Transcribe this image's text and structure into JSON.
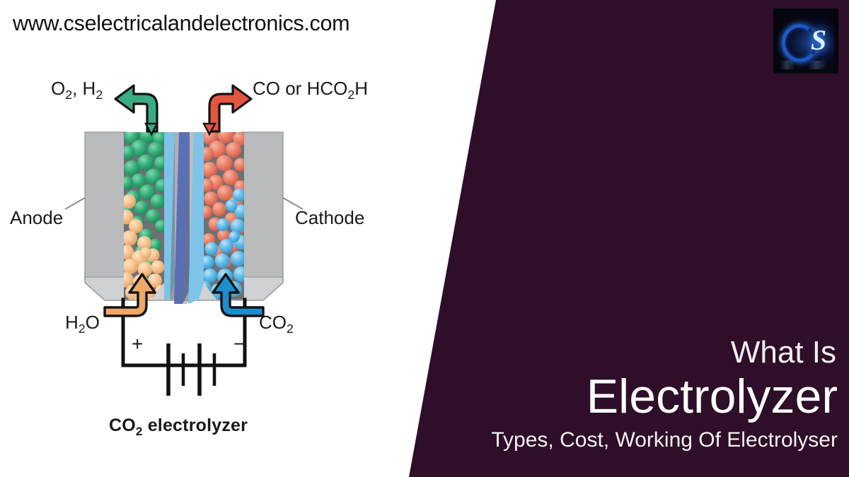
{
  "page": {
    "site_url": "www.cselectricalandelectronics.com",
    "background_color": "#ffffff",
    "accent_color": "#2e0e28"
  },
  "logo": {
    "name": "cs-electrical-and-electronics-logo",
    "letters": "S",
    "background_color": "#05060f",
    "glow_color": "#3e8bff"
  },
  "headline": {
    "eyebrow": "What Is",
    "title": "Electrolyzer",
    "subtitle": "Types, Cost, Working Of Electrolyser",
    "text_color": "#ffffff"
  },
  "diagram": {
    "caption": "CO2 electrolyzer",
    "caption_rich": {
      "base": "CO",
      "sub": "2",
      "tail": " electrolyzer"
    },
    "labels": {
      "top_left": {
        "base": "O",
        "sub": "2",
        "tail": ", H",
        "sub2": "2",
        "plain": "O2, H2"
      },
      "top_right": {
        "plain": "CO or HCO2H",
        "pre": "CO or HCO",
        "sub": "2",
        "post": "H"
      },
      "left_side": "Anode",
      "right_side": "Cathode",
      "bottom_left": {
        "plain": "H2O",
        "pre": "H",
        "sub": "2",
        "post": "O"
      },
      "bottom_right": {
        "plain": "CO2",
        "pre": "CO",
        "sub": "2"
      },
      "terminal_positive": "+",
      "terminal_negative": "−"
    },
    "colors": {
      "arrow_out_left": "#3aab83",
      "arrow_out_right": "#e2573f",
      "arrow_in_left": "#f0a868",
      "arrow_in_right": "#1c8ed0",
      "electrode_block": "#b9bbbd",
      "electrode_base": "#cfd1d3",
      "channel_dark": "#6e7073",
      "membrane_outer": "#7ec3e8",
      "membrane_inner": "#5b6fb5",
      "bubble_green": "#2ca56f",
      "bubble_orange": "#f5c08a",
      "bubble_red": "#e8785c",
      "bubble_blue": "#5bb8e8",
      "wire": "#111111"
    }
  }
}
